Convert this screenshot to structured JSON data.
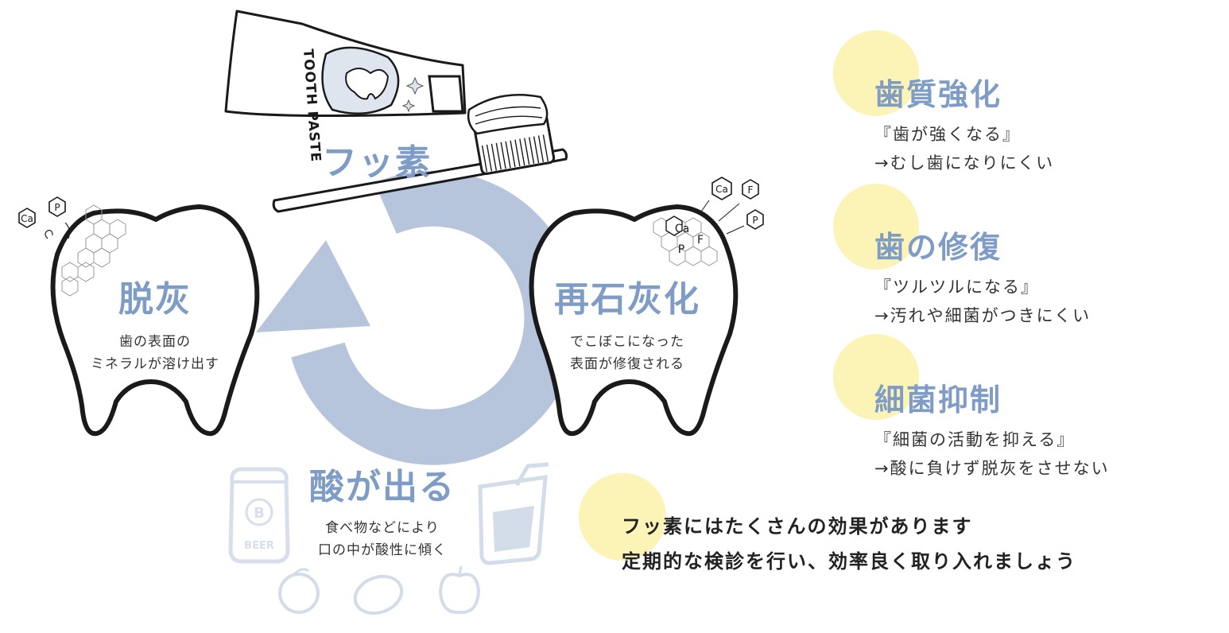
{
  "diagram": {
    "top_label": "フッ素",
    "toothpaste_label": "TOOTH PASTE",
    "left_tooth": {
      "title": "脱灰",
      "desc_lines": [
        "歯の表面の",
        "ミネラルが溶け出す"
      ]
    },
    "right_tooth": {
      "title": "再石灰化",
      "desc_lines": [
        "でこぼこになった",
        "表面が修復される"
      ]
    },
    "bottom": {
      "title": "酸が出る",
      "desc_lines": [
        "食べ物などにより",
        "口の中が酸性に傾く"
      ]
    },
    "beer_label": "BEER",
    "beer_badge": "B",
    "ions": {
      "ca": "Ca",
      "p": "P",
      "f": "F"
    }
  },
  "effects": [
    {
      "title": "歯質強化",
      "lines": [
        "『歯が強くなる』",
        "→むし歯になりにくい"
      ]
    },
    {
      "title": "歯の修復",
      "lines": [
        "『ツルツルになる』",
        "→汚れや細菌がつきにくい"
      ]
    },
    {
      "title": "細菌抑制",
      "lines": [
        "『細菌の活動を抑える』",
        "→酸に負けず脱灰をさせない"
      ]
    }
  ],
  "summary": [
    "フッ素にはたくさんの効果があります",
    "定期的な検診を行い、効率良く取り入れましょう"
  ],
  "colors": {
    "accent_blue": "#7e9cc6",
    "cycle_blue": "#b6c5dc",
    "yellow": "#fbf4b6",
    "outline": "#1a1a1a"
  }
}
